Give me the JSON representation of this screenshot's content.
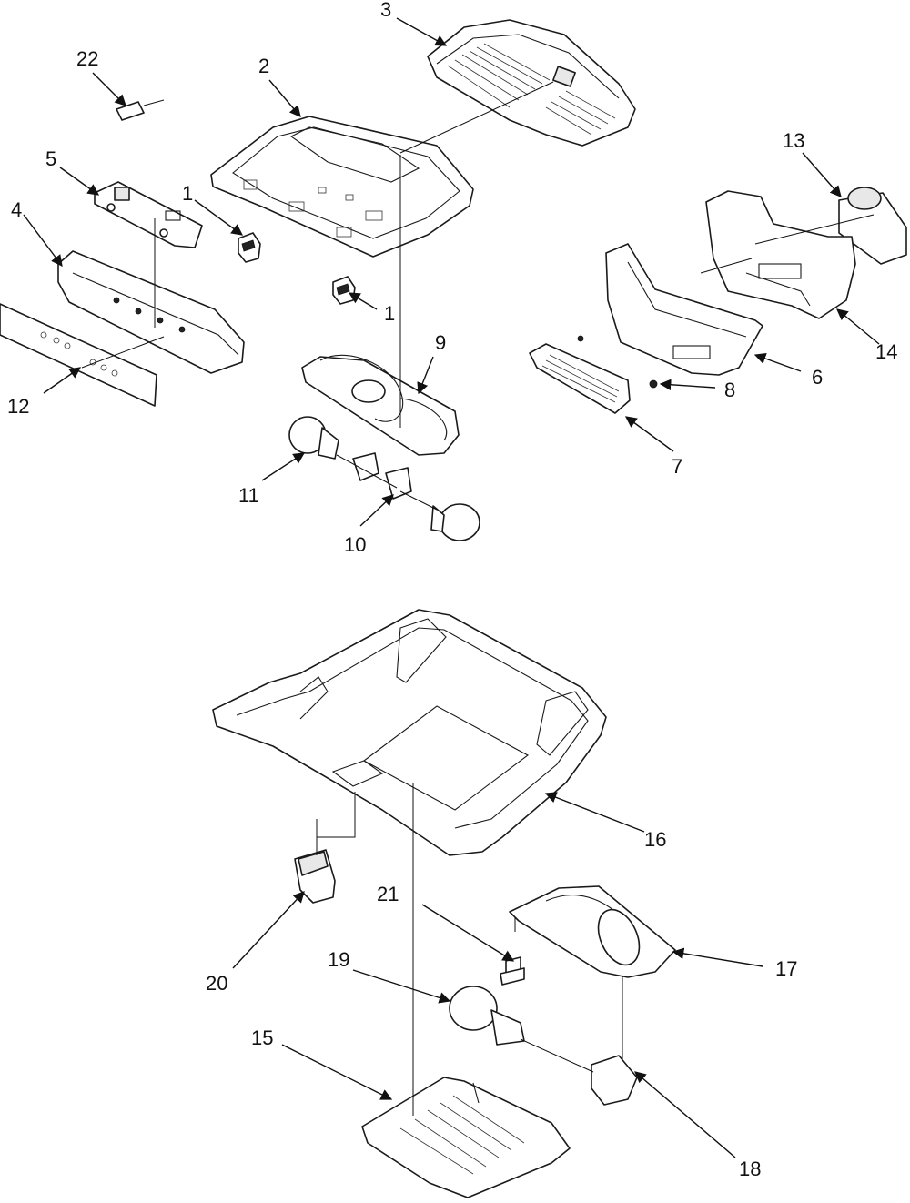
{
  "callouts": {
    "c1a": "1",
    "c1b": "1",
    "c2": "2",
    "c3": "3",
    "c4": "4",
    "c5": "5",
    "c6": "6",
    "c7": "7",
    "c8": "8",
    "c9": "9",
    "c10": "10",
    "c11": "11",
    "c12": "12",
    "c13": "13",
    "c14": "14",
    "c15": "15",
    "c16": "16",
    "c17": "17",
    "c18": "18",
    "c19": "19",
    "c20": "20",
    "c21": "21",
    "c22": "22"
  }
}
